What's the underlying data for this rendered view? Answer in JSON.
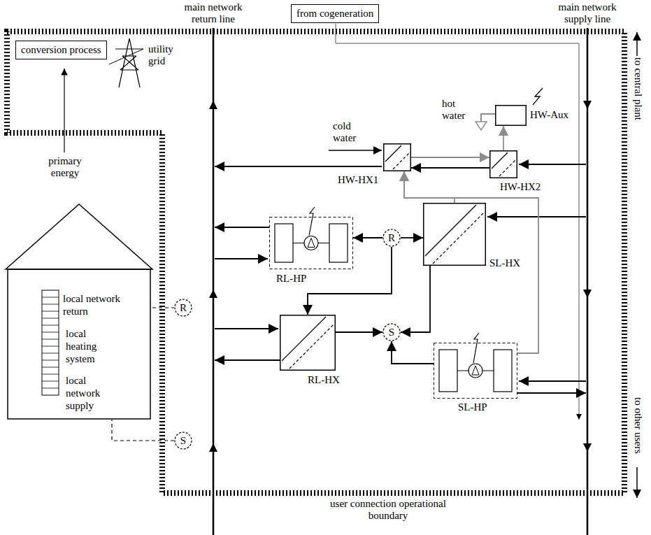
{
  "diagram": {
    "nodes": [
      {
        "text": [
          "conversion process"
        ]
      },
      {
        "text": [
          "from cogeneration"
        ]
      },
      {
        "text": [
          "local network return",
          "local heating system",
          "local network supply"
        ]
      },
      {
        "text": [
          "R"
        ]
      },
      {
        "text": [
          "S"
        ]
      },
      {
        "text": [
          "HW-Aux"
        ]
      },
      {
        "text": [
          "HW-HX1"
        ]
      },
      {
        "text": [
          "HW-HX2"
        ]
      },
      {
        "text": [
          "RL-HP"
        ]
      },
      {
        "text": [
          "SL-HX"
        ]
      },
      {
        "text": [
          "R"
        ]
      },
      {
        "text": [
          "RL-HX"
        ]
      },
      {
        "text": [
          "S"
        ]
      },
      {
        "text": [
          "SL-HP"
        ]
      }
    ],
    "edges": [
      {
        "from": 2,
        "to": 3,
        "arrow": "none"
      },
      {
        "from": 4,
        "to": 2,
        "arrow": "none"
      },
      {
        "from": 6,
        "to": 7,
        "arrow": "to"
      },
      {
        "from": 7,
        "to": 5,
        "arrow": "to"
      },
      {
        "from": 7,
        "to": 6,
        "arrow": "to"
      },
      {
        "from": 10,
        "to": 9,
        "arrow": "to"
      },
      {
        "from": 10,
        "to": 8,
        "arrow": "to"
      },
      {
        "from": 10,
        "to": 11,
        "arrow": "to"
      },
      {
        "from": 9,
        "to": 12,
        "arrow": "to"
      },
      {
        "from": 11,
        "to": 12,
        "arrow": "to"
      },
      {
        "from": 13,
        "to": 12,
        "arrow": "to"
      },
      {
        "from": 9,
        "to": 6,
        "arrow": "to"
      },
      {
        "from": 13,
        "to": 6,
        "arrow": "to"
      }
    ],
    "labels": [
      "main network return line",
      "main network supply line",
      "utility grid",
      "primary energy",
      "cold water",
      "hot water",
      "to central plant",
      "to other users",
      "user connection operational boundary"
    ]
  }
}
